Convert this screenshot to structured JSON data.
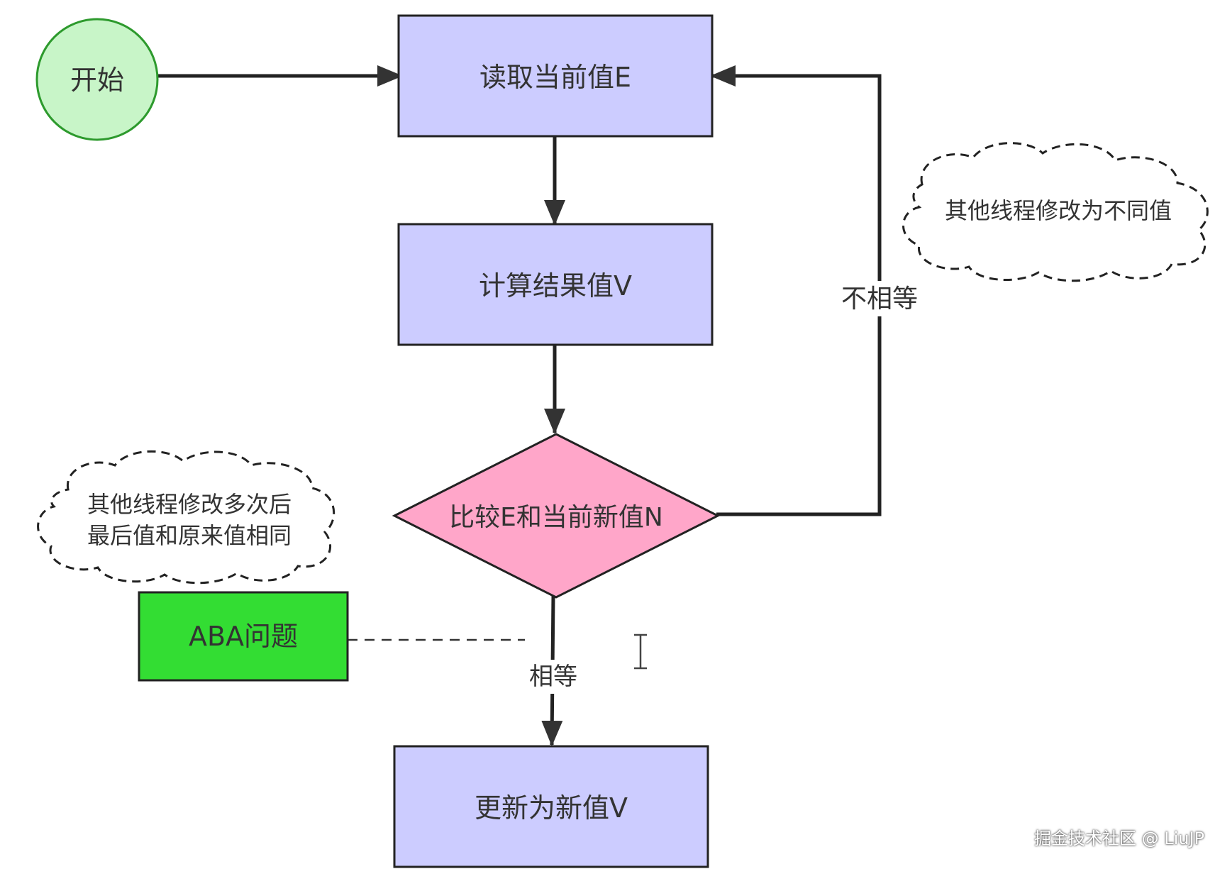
{
  "nodes": {
    "start": "开始",
    "read": "读取当前值E",
    "compute": "计算结果值V",
    "compare": "比较E和当前新值N",
    "update": "更新为新值V",
    "aba": "ABA问题"
  },
  "edge_labels": {
    "not_equal": "不相等",
    "equal": "相等"
  },
  "notes": {
    "other_thread": "其他线程修改为不同值",
    "aba_line1": "其他线程修改多次后",
    "aba_line2": "最后值和原来值相同"
  },
  "watermark": "掘金技术社区 @ LiuJP",
  "colors": {
    "start_fill": "#c8f5c8",
    "start_stroke": "#2d9a2d",
    "process_fill": "#ccccff",
    "decision_fill": "#ffa6c9",
    "aba_fill": "#33dd33",
    "line": "#222222"
  }
}
